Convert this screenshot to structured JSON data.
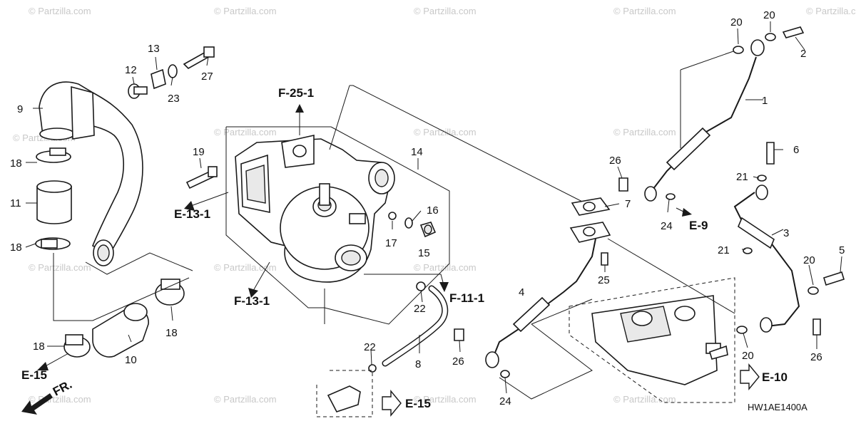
{
  "diagram": {
    "part_numbers": [
      "1",
      "2",
      "3",
      "4",
      "5",
      "6",
      "7",
      "8",
      "9",
      "10",
      "11",
      "12",
      "13",
      "14",
      "15",
      "16",
      "17",
      "18",
      "19",
      "20",
      "21",
      "22",
      "23",
      "24",
      "25",
      "26",
      "27"
    ],
    "callouts": {
      "c1": "1",
      "c2": "2",
      "c3": "3",
      "c4": "4",
      "c5": "5",
      "c6": "6",
      "c7": "7",
      "c8": "8",
      "c9": "9",
      "c10": "10",
      "c11": "11",
      "c12": "12",
      "c13": "13",
      "c14": "14",
      "c15": "15",
      "c16": "16",
      "c17": "17",
      "c18a": "18",
      "c18b": "18",
      "c18c": "18",
      "c18d": "18",
      "c19": "19",
      "c20a": "20",
      "c20b": "20",
      "c20c": "20",
      "c20d": "20",
      "c21a": "21",
      "c21b": "21",
      "c22a": "22",
      "c22b": "22",
      "c23": "23",
      "c24a": "24",
      "c24b": "24",
      "c25": "25",
      "c26a": "26",
      "c26b": "26",
      "c26c": "26",
      "c27": "27"
    },
    "references": {
      "f25_1": "F-25-1",
      "e13_1": "E-13-1",
      "f13_1": "F-13-1",
      "f11_1": "F-11-1",
      "e9": "E-9",
      "e15_top": "E-15",
      "e15_bottom": "E-15",
      "e10": "E-10"
    },
    "direction_label": "FR.",
    "diagram_code": "HW1AE1400A",
    "watermark": "© Partzilla.com"
  },
  "colors": {
    "line": "#1a1a1a",
    "background": "#ffffff",
    "watermark": "#c8c8c8"
  }
}
